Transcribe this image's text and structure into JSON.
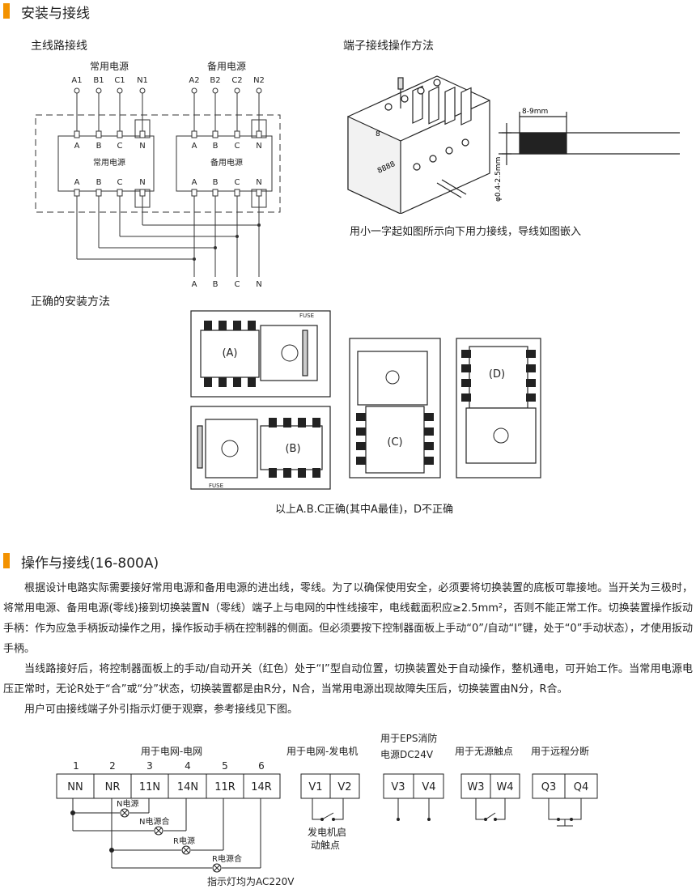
{
  "section1": {
    "title": "安装与接线"
  },
  "wiring": {
    "title": "主线路接线",
    "normal_label": "常用电源",
    "backup_label": "备用电源",
    "normal_terminals": [
      "A1",
      "B1",
      "C1",
      "N1"
    ],
    "backup_terminals": [
      "A2",
      "B2",
      "C2",
      "N2"
    ],
    "poles": [
      "A",
      "B",
      "C",
      "N"
    ],
    "normal_box": "常用电源",
    "backup_box": "备用电源",
    "output": [
      "A",
      "B",
      "C",
      "N"
    ]
  },
  "terminal": {
    "title": "端子接线操作方法",
    "dim_len": "8-9mm",
    "dim_dia": "φ0.4-2.5mm",
    "caption": "用小一字起如图所示向下用力接线，导线如图嵌入",
    "num": "8",
    "digits": "8888"
  },
  "install": {
    "title": "正确的安装方法",
    "labels": [
      "(A)",
      "(B)",
      "(C)",
      "(D)"
    ],
    "fuse": "FUSE",
    "caption": "以上A.B.C正确(其中A最佳)，D不正确"
  },
  "section2": {
    "title": "操作与接线(16-800A)"
  },
  "paragraphs": {
    "p1": "根据设计电路实际需要接好常用电源和备用电源的进出线，零线。为了以确保使用安全，必须要将切换装置的底板可靠接地。当开关为三极时，将常用电源、备用电源(零线)接到切换装置N（零线）端子上与电网的中性线接牢，电线截面积应≥2.5mm²，否则不能正常工作。切换装置操作扳动手柄：作为应急手柄扳动操作之用，操作扳动手柄在控制器的侧面。但必须要按下控制器面板上手动“0”/自动“I”键，处于“0”手动状态），才使用扳动手柄。",
    "p2": "当线路接好后，将控制器面板上的手动/自动开关（红色）处于“I”型自动位置，切换装置处于自动操作，整机通电，可开始工作。当常用电源电压正常时，无论R处于“合”或“分”状态，切换装置都是由R分，N合，当常用电源出现故障失压后，切换装置由N分，R合。",
    "p3": "用户可由接线端子外引指示灯便于观察，参考接线见下图。"
  },
  "terminals_diagram": {
    "grid_title": "用于电网-电网",
    "numbers": [
      "1",
      "2",
      "3",
      "4",
      "5",
      "6"
    ],
    "cells": [
      "NN",
      "NR",
      "11N",
      "14N",
      "11R",
      "14R"
    ],
    "lamps": [
      "N电源",
      "N电源合",
      "R电源",
      "R电源合"
    ],
    "lamp_note": "指示灯均为AC220V",
    "gen_title": "用于电网-发电机",
    "gen_cells": [
      "V1",
      "V2"
    ],
    "gen_note_1": "发电机启",
    "gen_note_2": "动触点",
    "eps_title_1": "用于EPS消防",
    "eps_title_2": "电源DC24V",
    "eps_cells": [
      "V3",
      "V4"
    ],
    "dry_title": "用于无源触点",
    "dry_cells": [
      "W3",
      "W4"
    ],
    "remote_title": "用于远程分断",
    "remote_cells": [
      "Q3",
      "Q4"
    ]
  }
}
